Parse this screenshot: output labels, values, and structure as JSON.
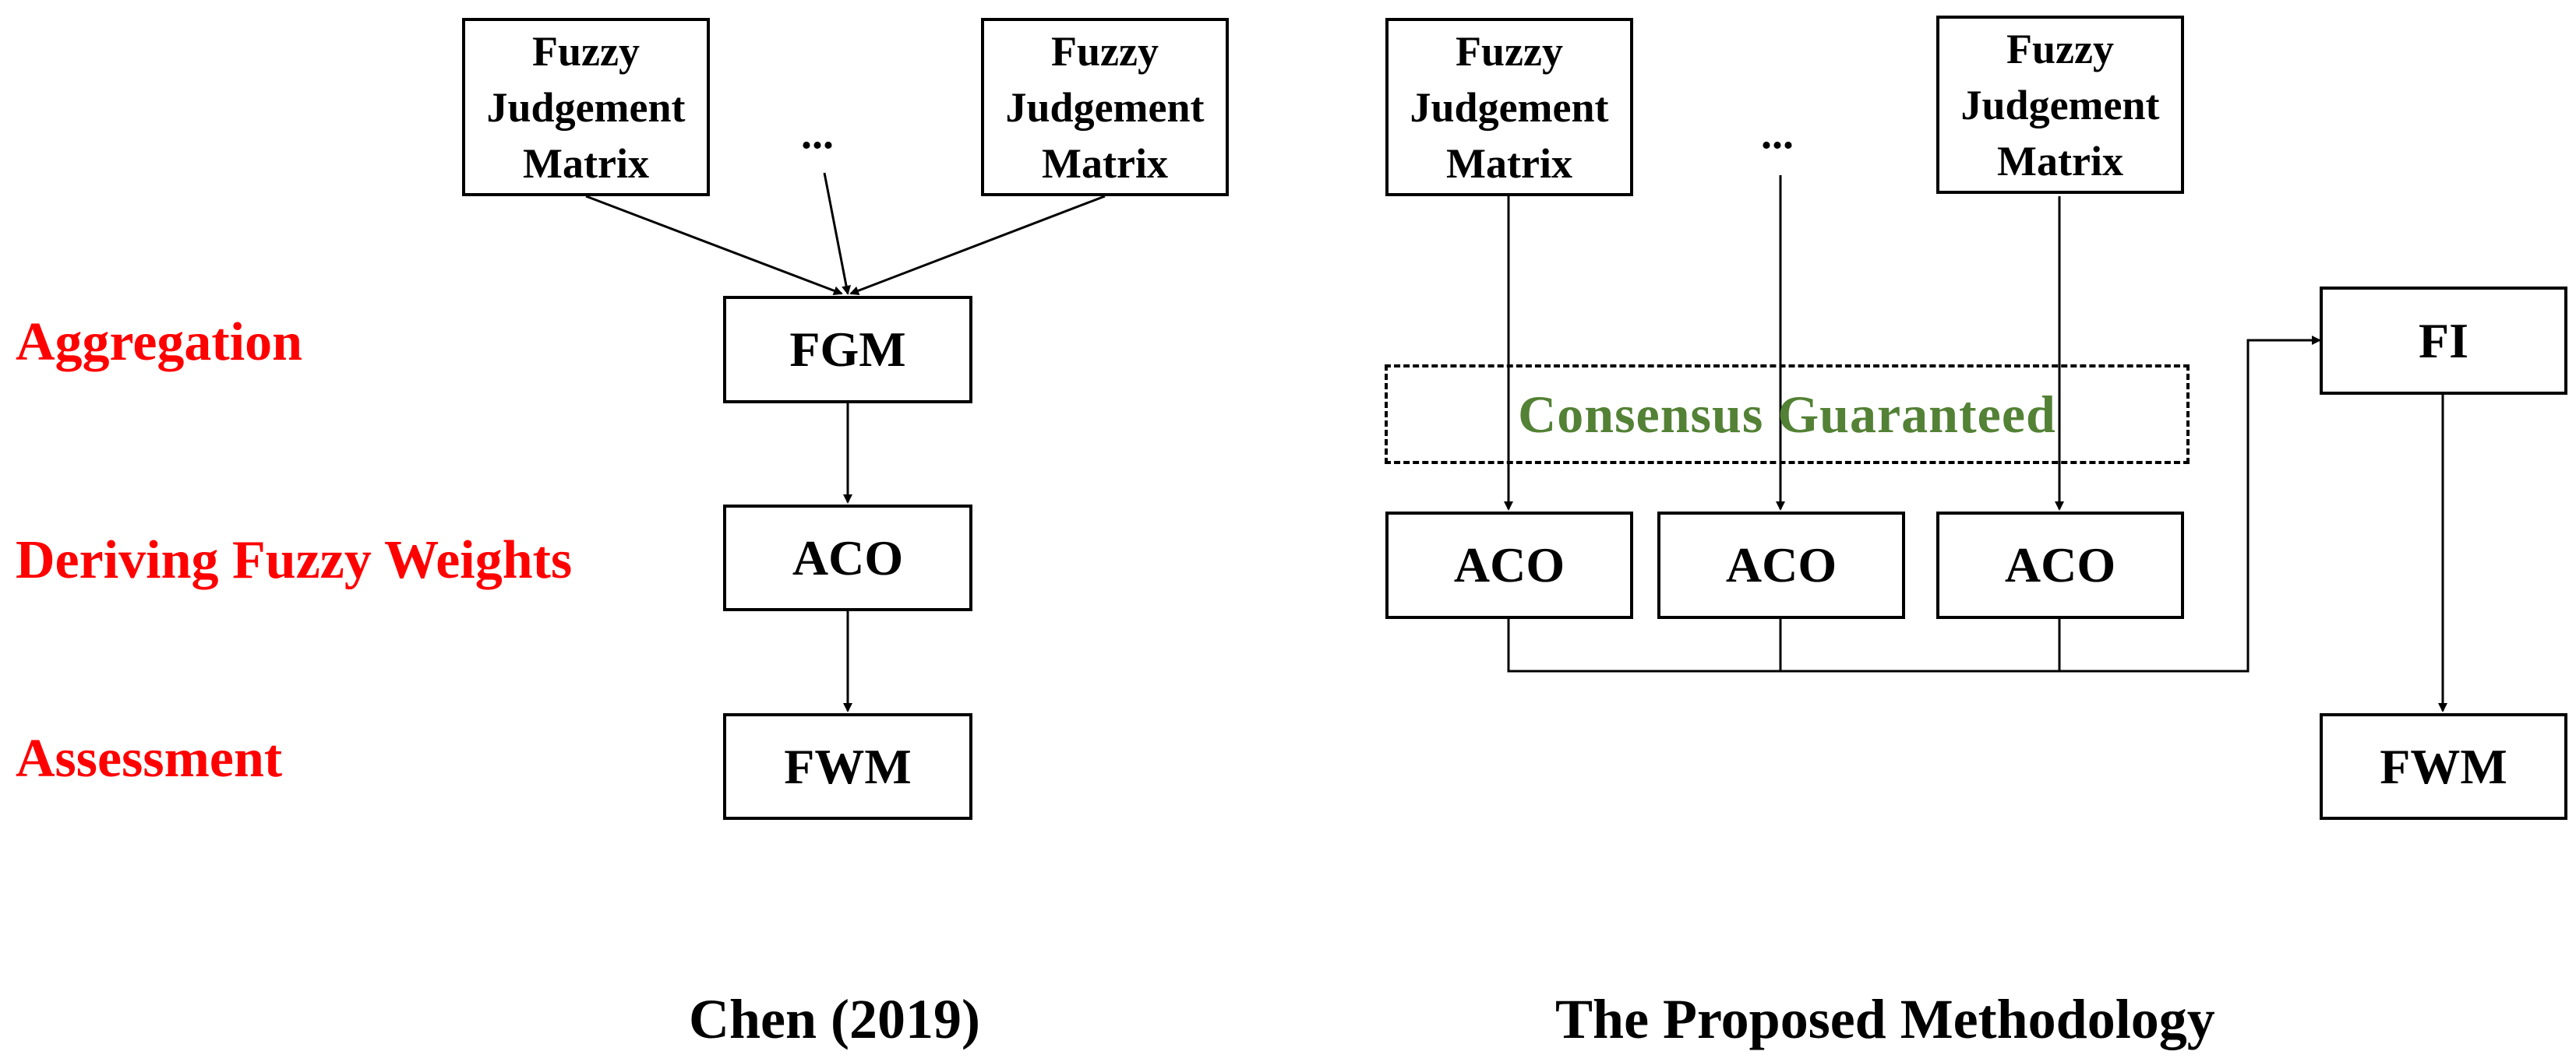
{
  "stages": {
    "aggregation": "Aggregation",
    "deriving": "Deriving Fuzzy Weights",
    "assessment": "Assessment"
  },
  "left": {
    "fjm1": [
      "Fuzzy",
      "Judgement",
      "Matrix"
    ],
    "fjm2": [
      "Fuzzy",
      "Judgement",
      "Matrix"
    ],
    "ellipsis": "...",
    "fgm": "FGM",
    "aco": "ACO",
    "fwm": "FWM",
    "caption": "Chen (2019)"
  },
  "right": {
    "fjm1": [
      "Fuzzy",
      "Judgement",
      "Matrix"
    ],
    "fjm2": [
      "Fuzzy",
      "Judgement",
      "Matrix"
    ],
    "ellipsis": "...",
    "consensus": "Consensus Guaranteed",
    "aco1": "ACO",
    "aco2": "ACO",
    "aco3": "ACO",
    "fi": "FI",
    "fwm": "FWM",
    "caption": "The Proposed Methodology"
  },
  "colors": {
    "stage_label": "#ff0000",
    "consensus_text": "#538135",
    "line": "#000000"
  }
}
